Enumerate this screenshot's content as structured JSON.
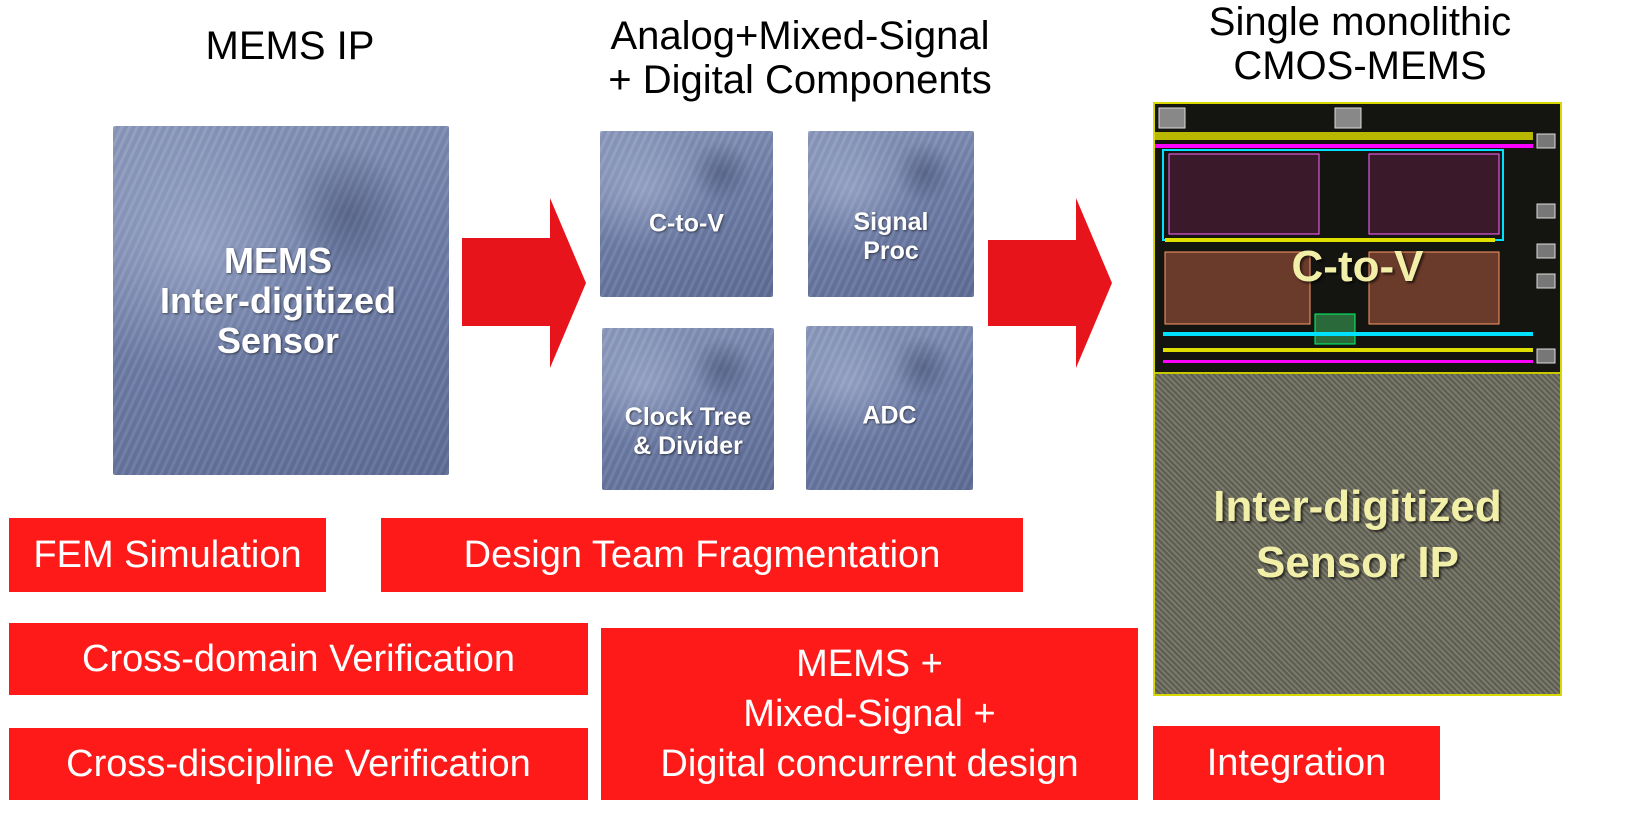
{
  "headers": {
    "mems_ip": "MEMS IP",
    "analog": [
      "Analog+Mixed-Signal",
      "+ Digital Components"
    ],
    "single": [
      "Single monolithic",
      "CMOS-MEMS"
    ]
  },
  "mems_tile": [
    "MEMS",
    "Inter-digitized",
    "Sensor"
  ],
  "component_tiles": {
    "ctov": [
      "C-to-V"
    ],
    "signal_proc": [
      "Signal",
      "Proc"
    ],
    "clock": [
      "Clock Tree",
      "& Divider"
    ],
    "adc": [
      "ADC"
    ]
  },
  "chip": {
    "ctov_label": "C-to-V",
    "sensor_label": [
      "Inter-digitized",
      "Sensor IP"
    ]
  },
  "boxes": {
    "fem": "FEM Simulation",
    "team": "Design Team Fragmentation",
    "cross_domain": "Cross-domain Verification",
    "cross_discipline": "Cross-discipline Verification",
    "concurrent": [
      "MEMS +",
      "Mixed-Signal +",
      "Digital concurrent design"
    ],
    "integration": "Integration"
  },
  "colors": {
    "accent_red": "#ff1a1a",
    "arrow_red": "#e8141c",
    "layout_yellow": "#d8d800",
    "chip_label": "#f2f0a8"
  }
}
